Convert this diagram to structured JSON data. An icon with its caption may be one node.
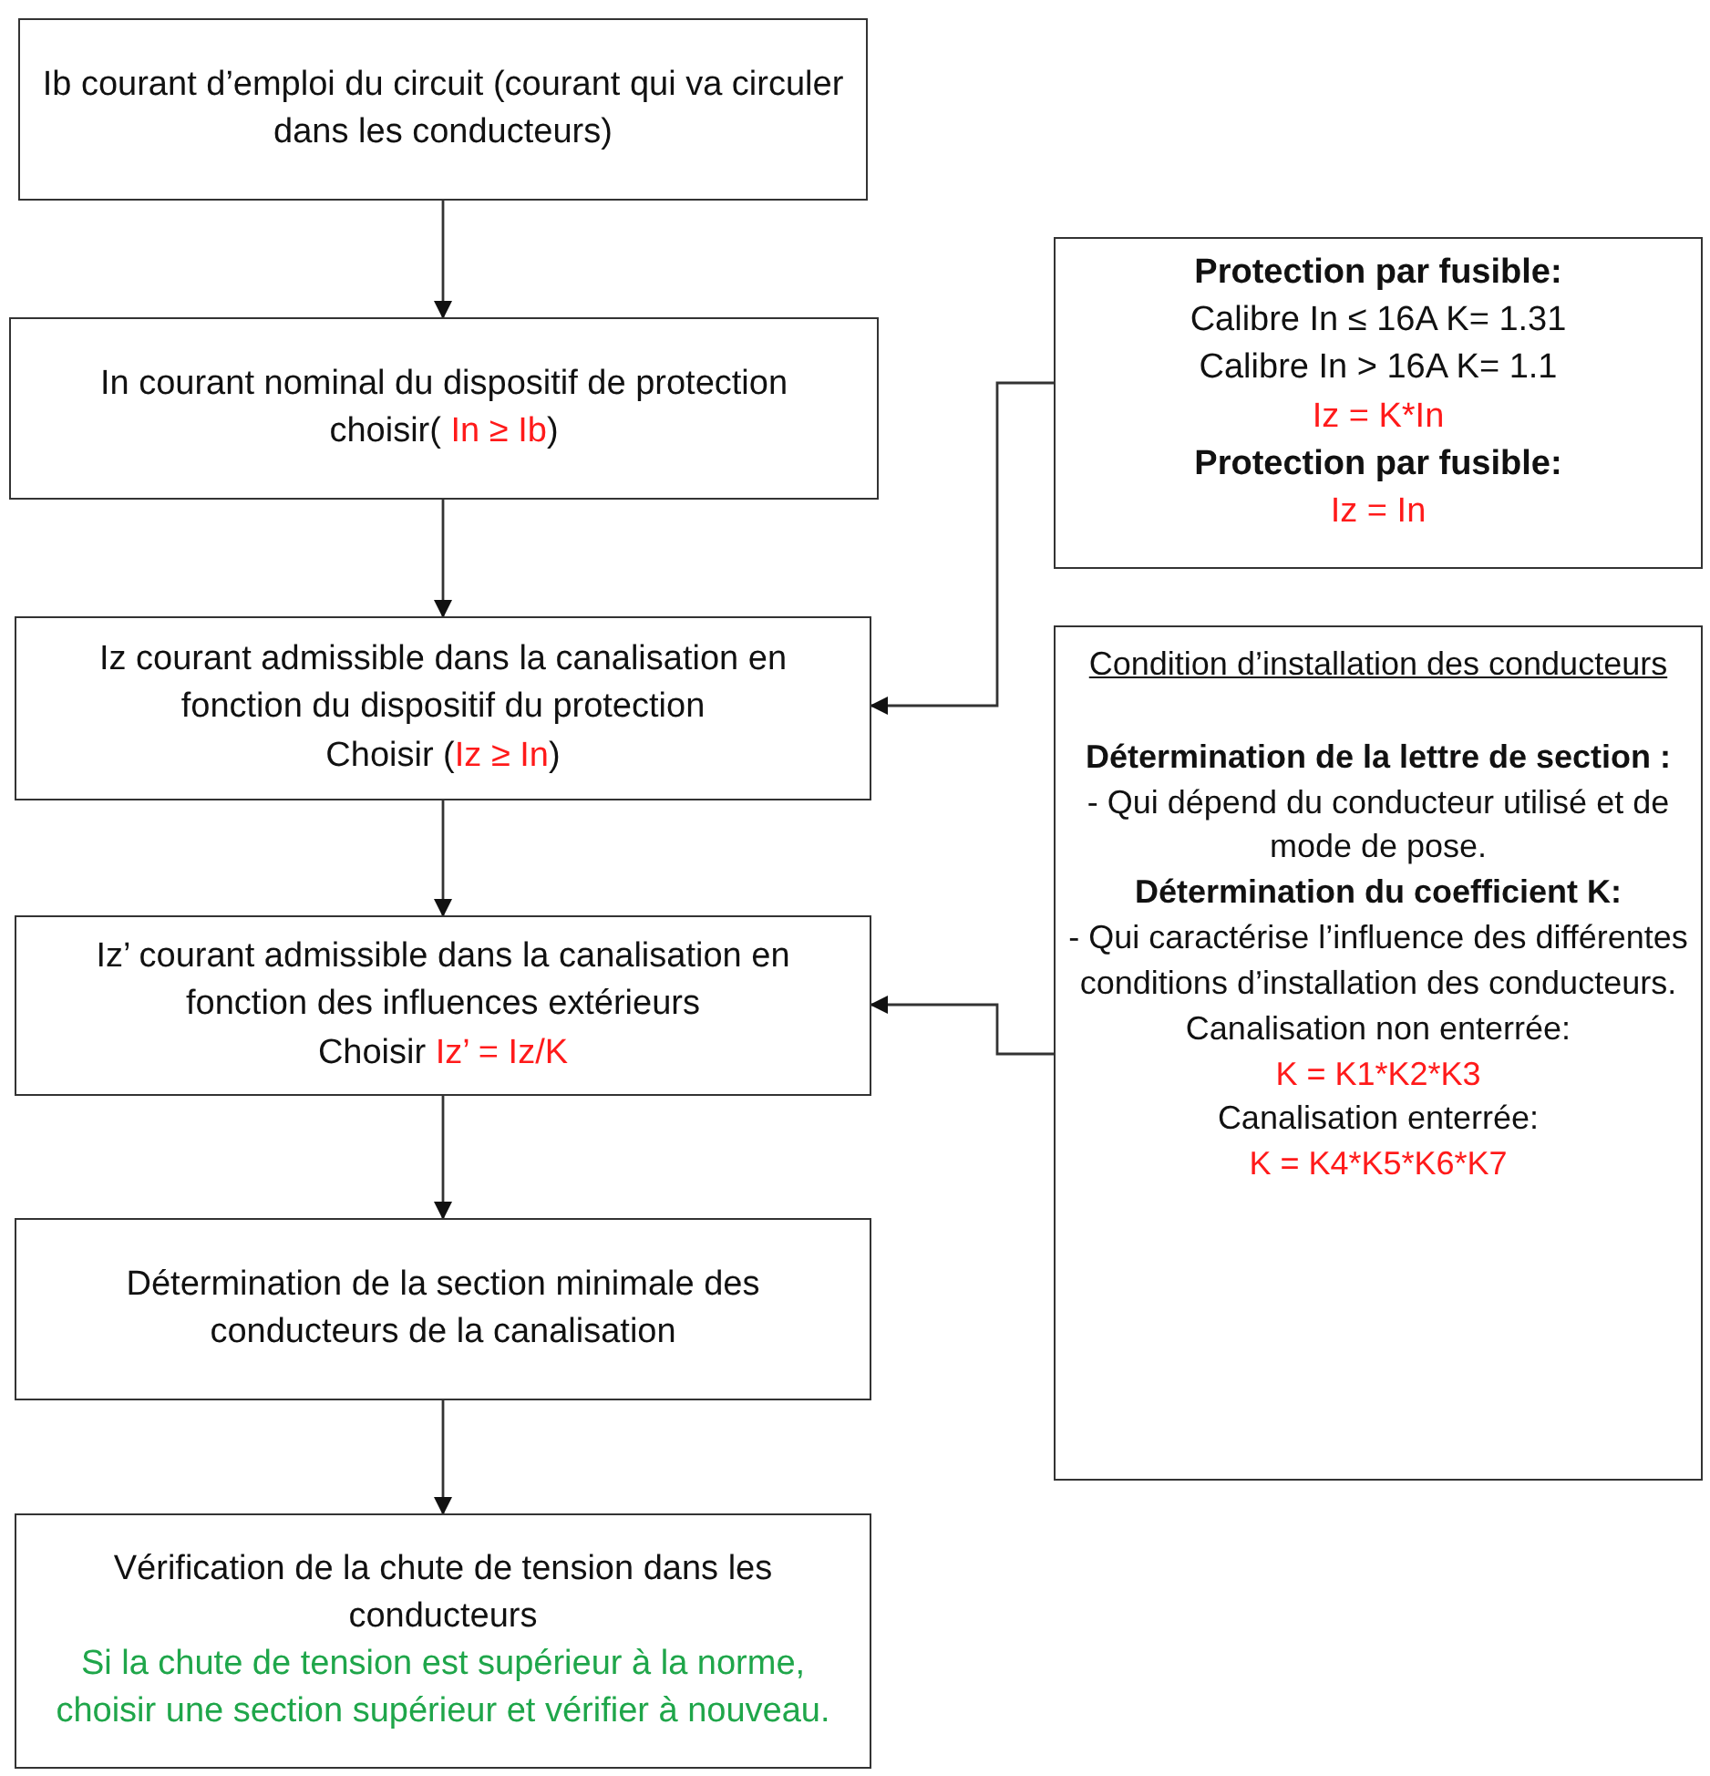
{
  "diagram": {
    "nodes": [
      {
        "text": [
          "Ib courant d’emploi du circuit (courant qui va circuler dans les conducteurs)"
        ]
      },
      {
        "text": [
          "In courant nominal du dispositif de protection",
          "choisir(",
          "In ≥ Ib",
          ")"
        ]
      },
      {
        "text": [
          "Iz courant admissible dans la canalisation en fonction du dispositif du protection",
          "Choisir (",
          "Iz ≥ In",
          ")"
        ]
      },
      {
        "text": [
          "Iz’ courant admissible dans la canalisation en fonction des influences extérieurs",
          "Choisir",
          "Iz’ = Iz/K"
        ]
      },
      {
        "text": [
          "Détermination de la section minimale des conducteurs de la canalisation"
        ]
      },
      {
        "text": [
          "Vérification de la chute de tension dans les conducteurs",
          "Si la chute de tension est supérieur à la norme, choisir une section supérieur et vérifier à nouveau."
        ]
      },
      {
        "text": [
          "Protection par fusible:",
          "Calibre In ≤ 16A K= 1.31",
          "Calibre In > 16A K= 1.1",
          "Iz = K*In",
          "Protection par fusible:",
          "Iz = In"
        ]
      },
      {
        "text": [
          "Condition d’installation des conducteurs",
          "Détermination de la lettre de section :",
          "- Qui dépend du conducteur utilisé et de mode de pose.",
          "Détermination  du coefficient K:",
          "- Qui caractérise l’influence des différentes  conditions d’installation des conducteurs.",
          "Canalisation non enterrée:",
          "K = K1*K2*K3",
          "Canalisation enterrée:",
          "K = K4*K5*K6*K7"
        ]
      }
    ],
    "edges": [
      {
        "from": 0,
        "to": 1,
        "arrow": "to"
      },
      {
        "from": 1,
        "to": 2,
        "arrow": "to"
      },
      {
        "from": 2,
        "to": 3,
        "arrow": "to"
      },
      {
        "from": 3,
        "to": 4,
        "arrow": "to"
      },
      {
        "from": 4,
        "to": 5,
        "arrow": "to"
      },
      {
        "from": 6,
        "to": 2,
        "arrow": "to"
      },
      {
        "from": 7,
        "to": 3,
        "arrow": "to"
      }
    ]
  }
}
